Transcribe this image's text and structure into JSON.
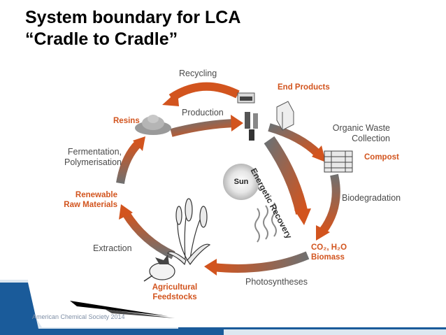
{
  "slide": {
    "title_line1": "System boundary for LCA",
    "title_line2": "“Cradle to Cradle”"
  },
  "cycle": {
    "center": "Sun",
    "nodes": {
      "end_products": "End Products",
      "resins": "Resins",
      "compost": "Compost",
      "renewable_line1": "Renewable",
      "renewable_line2": "Raw Materials",
      "co2_line1": "CO₂, H₂O",
      "co2_line2": "Biomass",
      "agri_line1": "Agricultural",
      "agri_line2": "Feedstocks"
    },
    "processes": {
      "recycling": "Recycling",
      "production": "Production",
      "organic_line1": "Organic Waste",
      "organic_line2": "Collection",
      "fermentation_line1": "Fermentation,",
      "fermentation_line2": "Polymerisation",
      "biodegradation": "Biodegradation",
      "extraction": "Extraction",
      "photosyntheses": "Photosyntheses",
      "energetic_recovery": "Energetic Recovery"
    }
  },
  "footer": "American Chemical Society 2014",
  "colors": {
    "arrow_orange": "#d2541e",
    "arrow_gray": "#707070",
    "node_text": "#d2541e",
    "label_text": "#4a4a4a",
    "bottom_band": "#1a5b9a"
  }
}
